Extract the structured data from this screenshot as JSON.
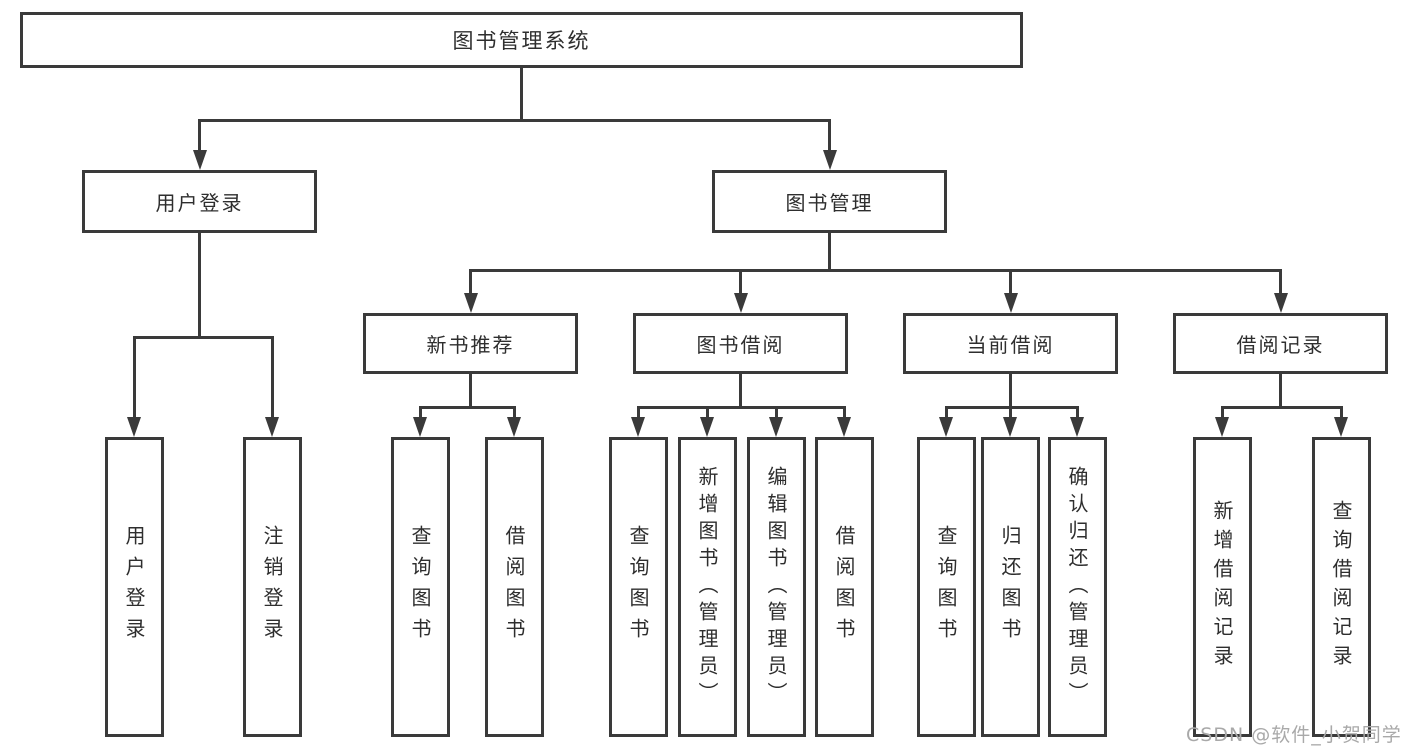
{
  "tree": {
    "label": "图书管理系统",
    "children": [
      {
        "label": "用户登录",
        "children": [
          {
            "label": "用户登录"
          },
          {
            "label": "注销登录"
          }
        ]
      },
      {
        "label": "图书管理",
        "children": [
          {
            "label": "新书推荐",
            "children": [
              {
                "label": "查询图书"
              },
              {
                "label": "借阅图书"
              }
            ]
          },
          {
            "label": "图书借阅",
            "children": [
              {
                "label": "查询图书"
              },
              {
                "label": "新增图书（管理员）"
              },
              {
                "label": "编辑图书（管理员）"
              },
              {
                "label": "借阅图书"
              }
            ]
          },
          {
            "label": "当前借阅",
            "children": [
              {
                "label": "查询图书"
              },
              {
                "label": "归还图书"
              },
              {
                "label": "确认归还（管理员）"
              }
            ]
          },
          {
            "label": "借阅记录",
            "children": [
              {
                "label": "新增借阅记录"
              },
              {
                "label": "查询借阅记录"
              }
            ]
          }
        ]
      }
    ]
  },
  "watermark": {
    "text": "CSDN @软件_小贺同学"
  },
  "colors": {
    "line": "#3a3a3a",
    "box_border": "#3a3a3a",
    "box_fill": "#ffffff",
    "text": "#2e2e2e",
    "watermark": "#a9a9a9",
    "background": "#ffffff"
  }
}
